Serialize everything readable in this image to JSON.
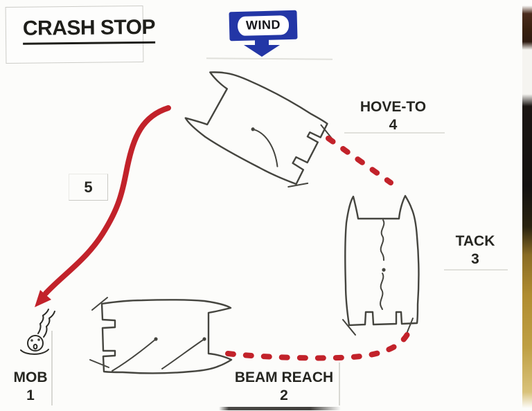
{
  "page": {
    "title": "CRASH STOP"
  },
  "wind": {
    "label": "WIND"
  },
  "steps": {
    "mob": {
      "label": "MOB",
      "number": "1"
    },
    "beam_reach": {
      "label": "BEAM REACH",
      "number": "2"
    },
    "tack": {
      "label": "TACK",
      "number": "3"
    },
    "hove_to": {
      "label": "HOVE-TO",
      "number": "4"
    },
    "return_leg": {
      "number": "5"
    }
  },
  "colors": {
    "route_red": "#c2222a",
    "wind_blue": "#2336a6",
    "ink": "#45453f"
  }
}
